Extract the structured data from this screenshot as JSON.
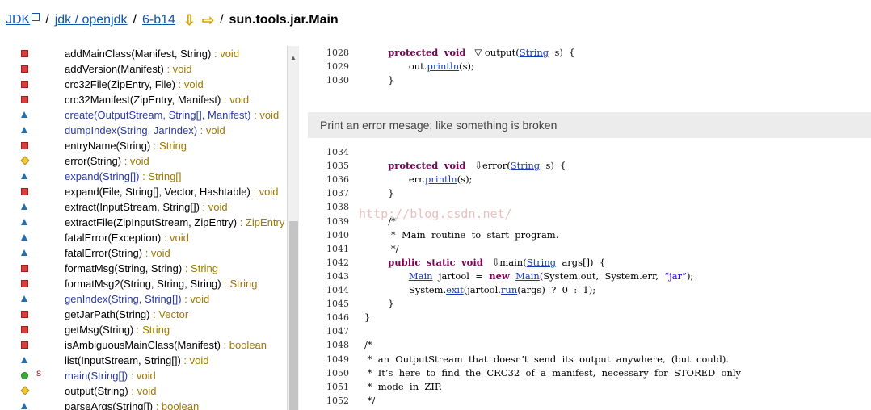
{
  "breadcrumb": {
    "items": [
      "JDK",
      "jdk / openjdk",
      "6-b14"
    ],
    "separator": "/",
    "current": "sun.tools.jar.Main"
  },
  "outline": {
    "items": [
      {
        "icon": "priv",
        "name": "addMainClass(Manifest, String)",
        "ret": " : void"
      },
      {
        "icon": "priv",
        "name": "addVersion(Manifest)",
        "ret": " : void"
      },
      {
        "icon": "priv",
        "name": "crc32File(ZipEntry, File)",
        "ret": " : void"
      },
      {
        "icon": "priv",
        "name": "crc32Manifest(ZipEntry, Manifest)",
        "ret": " : void"
      },
      {
        "icon": "pub",
        "name": "create(OutputStream, String[], Manifest)",
        "ret": " : void",
        "proto": true
      },
      {
        "icon": "pub",
        "name": "dumpIndex(String, JarIndex)",
        "ret": " : void",
        "proto": true
      },
      {
        "icon": "priv",
        "name": "entryName(String)",
        "ret": " : String"
      },
      {
        "icon": "pkg",
        "name": "error(String)",
        "ret": " : void"
      },
      {
        "icon": "pub",
        "name": "expand(String[])",
        "ret": " : String[]",
        "proto": true
      },
      {
        "icon": "priv",
        "name": "expand(File, String[], Vector, Hashtable)",
        "ret": " : void"
      },
      {
        "icon": "pub",
        "name": "extract(InputStream, String[])",
        "ret": " : void"
      },
      {
        "icon": "pub",
        "name": "extractFile(ZipInputStream, ZipEntry)",
        "ret": " : ZipEntry"
      },
      {
        "icon": "pub",
        "name": "fatalError(Exception)",
        "ret": " : void"
      },
      {
        "icon": "pub",
        "name": "fatalError(String)",
        "ret": " : void"
      },
      {
        "icon": "priv",
        "name": "formatMsg(String, String)",
        "ret": " : String"
      },
      {
        "icon": "priv",
        "name": "formatMsg2(String, String, String)",
        "ret": " : String"
      },
      {
        "icon": "pub",
        "name": "genIndex(String, String[])",
        "ret": " : void",
        "proto": true
      },
      {
        "icon": "priv",
        "name": "getJarPath(String)",
        "ret": " : Vector"
      },
      {
        "icon": "priv",
        "name": "getMsg(String)",
        "ret": " : String"
      },
      {
        "icon": "priv",
        "name": "isAmbiguousMainClass(Manifest)",
        "ret": " : boolean"
      },
      {
        "icon": "pub",
        "name": "list(InputStream, String[])",
        "ret": " : void"
      },
      {
        "icon": "pubgreen",
        "name": "main(String[])",
        "ret": " : void",
        "proto": true,
        "static": "S"
      },
      {
        "icon": "pkg",
        "name": "output(String)",
        "ret": " : void"
      },
      {
        "icon": "pub",
        "name": "parseArgs(String[])",
        "ret": " : boolean"
      }
    ]
  },
  "doc_banner": "Print an error mesage; like something is broken",
  "watermark": "http://blog.csdn.net/",
  "code_top": [
    {
      "ln": "1028",
      "html": "        <span class='kw'>protected</span>  <span class='kw'>void</span>   ▽ output(<span class='ref'>String</span>  s)  {"
    },
    {
      "ln": "1029",
      "html": "               out.<span class='ref'>println</span>(s);"
    },
    {
      "ln": "1030",
      "html": "        }"
    }
  ],
  "code_bottom": [
    {
      "ln": "1034",
      "html": ""
    },
    {
      "ln": "1035",
      "html": "        <span class='kw'>protected</span>  <span class='kw'>void</span>   ⇩error(<span class='ref'>String</span>  s)  {"
    },
    {
      "ln": "1036",
      "html": "               err.<span class='ref'>println</span>(s);"
    },
    {
      "ln": "1037",
      "html": "        }"
    },
    {
      "ln": "1038",
      "html": ""
    },
    {
      "ln": "1039",
      "html": "        /*"
    },
    {
      "ln": "1040",
      "html": "         *  Main  routine  to  start  program."
    },
    {
      "ln": "1041",
      "html": "         */"
    },
    {
      "ln": "1042",
      "html": "        <span class='kw'>public</span>  <span class='kw'>static</span>  <span class='kw'>void</span>   ⇩main(<span class='ref'>String</span>  args[])  {"
    },
    {
      "ln": "1043",
      "html": "               <span class='ref'>Main</span>  jartool  =  <span class='kw'>new</span>  <span class='ref'>Main</span>(System.out,  System.err,  <span class='str'>“jar”</span>);"
    },
    {
      "ln": "1044",
      "html": "               System.<span class='ref'>exit</span>(jartool.<span class='ref'>run</span>(args)  ?  0  :  1);"
    },
    {
      "ln": "1045",
      "html": "        }"
    },
    {
      "ln": "1046",
      "html": "}"
    },
    {
      "ln": "1047",
      "html": ""
    },
    {
      "ln": "1048",
      "html": "/*"
    },
    {
      "ln": "1049",
      "html": " *  an  OutputStream  that  doesn’t  send  its  output  anywhere,  (but  could)."
    },
    {
      "ln": "1050",
      "html": " *  It’s  here  to  find  the  CRC32  of  a  manifest,  necessary  for  STORED  only"
    },
    {
      "ln": "1051",
      "html": " *  mode  in  ZIP."
    },
    {
      "ln": "1052",
      "html": " */"
    }
  ]
}
